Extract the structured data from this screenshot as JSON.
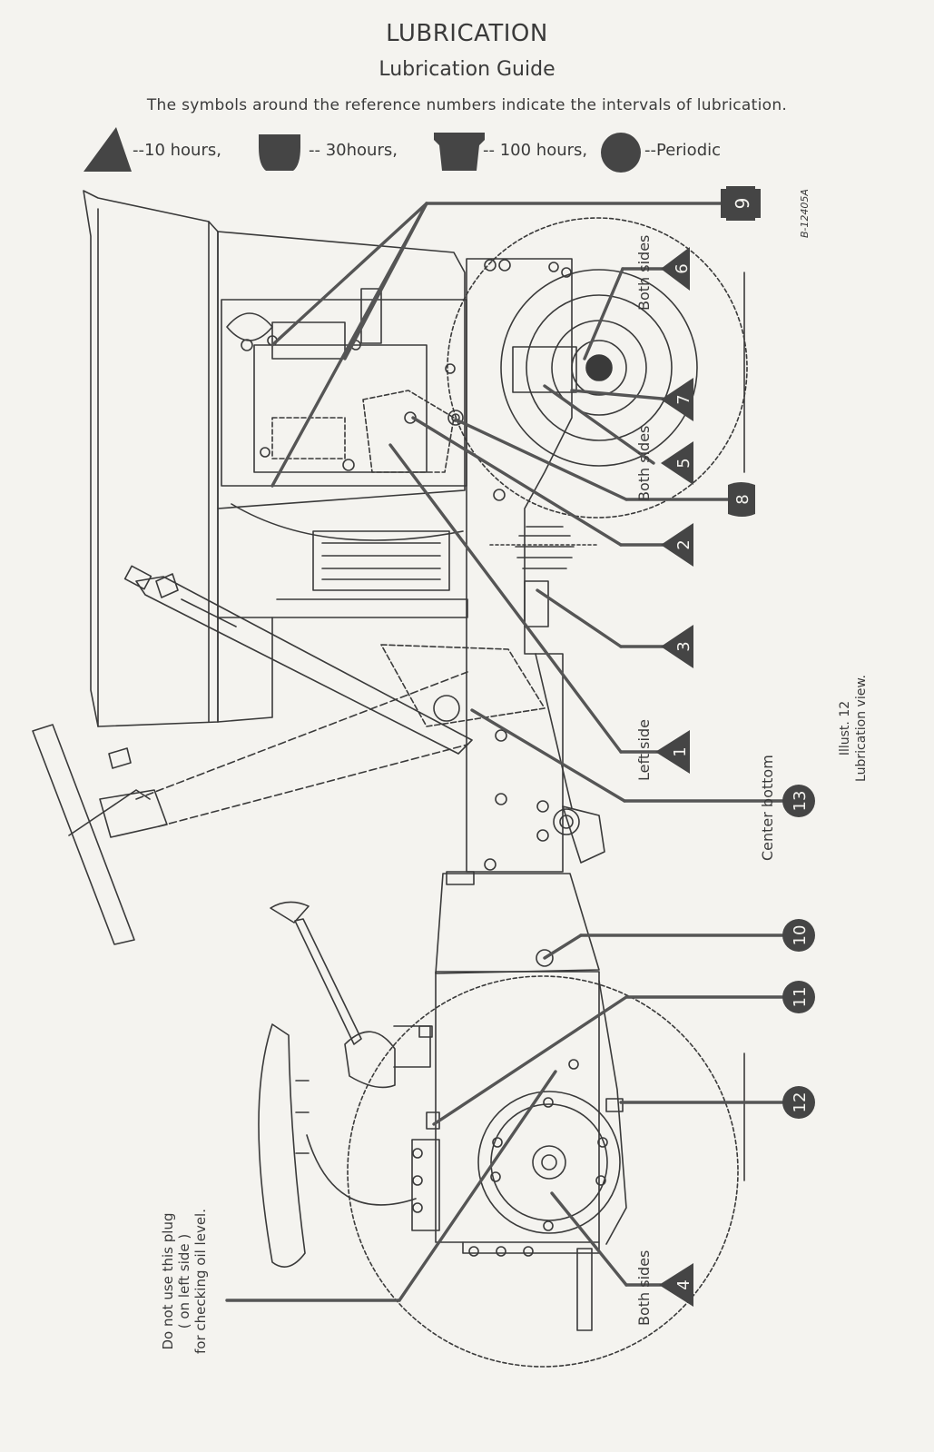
{
  "header": {
    "title": "LUBRICATION",
    "subtitle": "Lubrication Guide",
    "intro": "The symbols around the reference numbers indicate the intervals of lubrication."
  },
  "legend": [
    {
      "symbol": "triangle-icon",
      "text": "--10 hours,"
    },
    {
      "symbol": "shield-icon",
      "text": "-- 30hours,"
    },
    {
      "symbol": "keystone-icon",
      "text": "-- 100 hours,"
    },
    {
      "symbol": "circle-icon",
      "text": "--Periodic"
    }
  ],
  "doc_id": "B-12405A",
  "figure": {
    "line1": "Illust. 12",
    "line2": "Lubrication view."
  },
  "markers": [
    {
      "number": "1",
      "symbol": "triangle"
    },
    {
      "number": "2",
      "symbol": "triangle"
    },
    {
      "number": "3",
      "symbol": "triangle"
    },
    {
      "number": "4",
      "symbol": "triangle"
    },
    {
      "number": "5",
      "symbol": "triangle"
    },
    {
      "number": "6",
      "symbol": "triangle"
    },
    {
      "number": "7",
      "symbol": "triangle"
    },
    {
      "number": "8",
      "symbol": "shield"
    },
    {
      "number": "9",
      "symbol": "keystone"
    },
    {
      "number": "10",
      "symbol": "circle"
    },
    {
      "number": "11",
      "symbol": "circle"
    },
    {
      "number": "12",
      "symbol": "circle"
    },
    {
      "number": "13",
      "symbol": "circle"
    }
  ],
  "labels": {
    "both_sides_6": "Both sides",
    "both_sides_5": "Both sides",
    "left_side_1": "Left side",
    "center_bottom_13": "Center bottom",
    "both_sides_4": "Both sides"
  },
  "plug_note": {
    "line1": "Do not use this plug",
    "line2": "( on left side )",
    "line3": "for checking oil level."
  },
  "colors": {
    "ink": "#3a3a3a",
    "paper": "#f4f3ef",
    "symbol_fill": "#454545"
  }
}
